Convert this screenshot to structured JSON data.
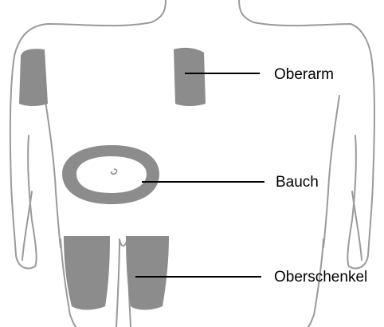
{
  "labels": {
    "upper_arm": "Oberarm",
    "abdomen": "Bauch",
    "thigh": "Oberschenkel"
  },
  "colors": {
    "outline": "#9a9a9a",
    "zone_fill": "#8c8c8c",
    "leader_line": "#000000",
    "background": "#ffffff"
  }
}
